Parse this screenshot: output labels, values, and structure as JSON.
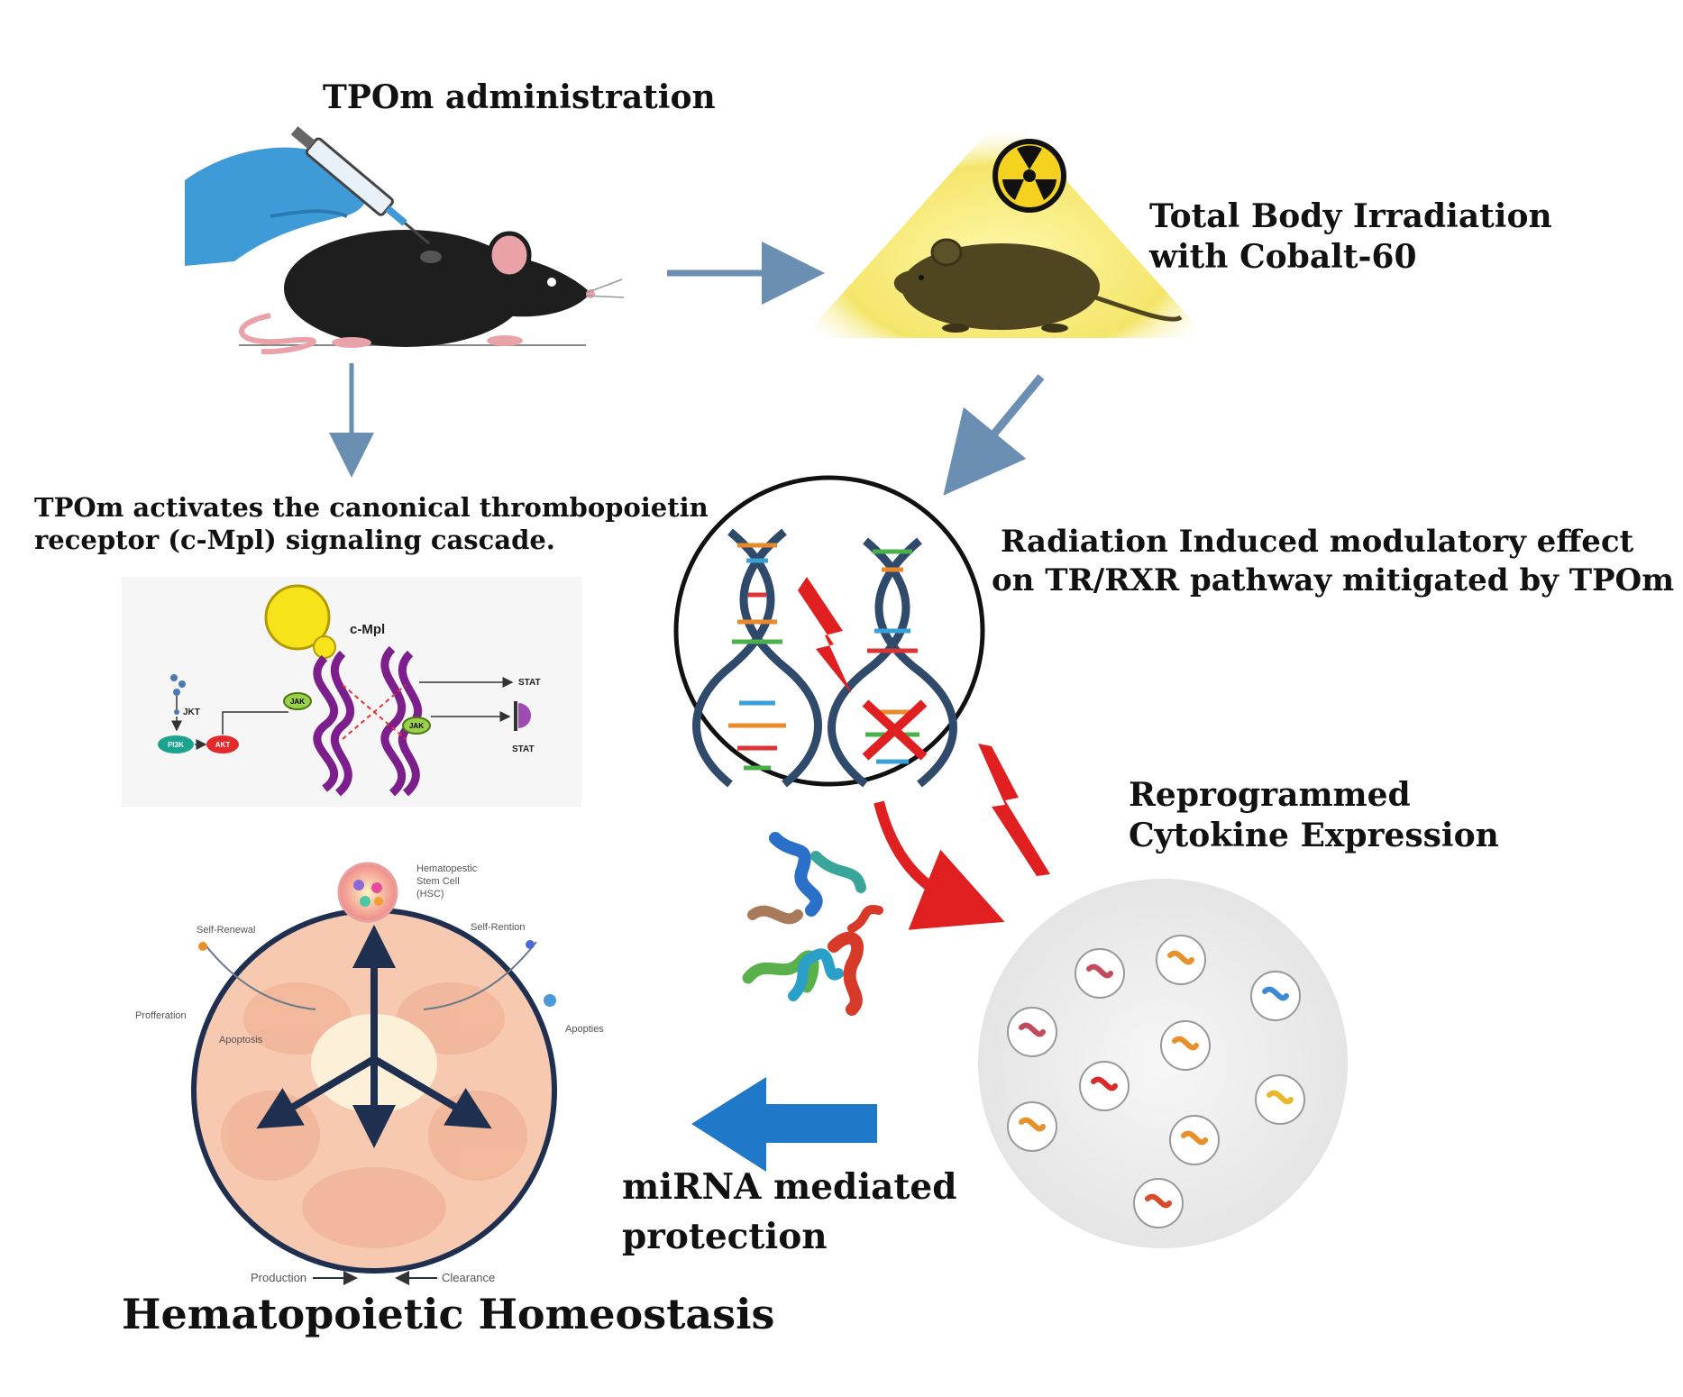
{
  "labels": {
    "tpom_admin": "TPOm administration",
    "tbi_line1": "Total Body Irradiation",
    "tbi_line2": "with Cobalt-60",
    "activates_line1": "TPOm activates the canonical thrombopoietin",
    "activates_line2": "receptor (c-Mpl) signaling cascade.",
    "radiation_line1": "Radiation Induced modulatory effect",
    "radiation_line2": "on TR/RXR pathway mitigated by TPOm",
    "reprog_line1": "Reprogrammed",
    "reprog_line2": "Cytokine Expression",
    "mirna_line1": "miRNA mediated",
    "mirna_line2": "protection",
    "homeostasis": "Hematopoietic Homeostasis"
  },
  "pathway": {
    "receptor": "c-Mpl",
    "jak": "JAK",
    "jkt": "JKT",
    "pi3k": "PI3K",
    "akt": "AKT",
    "stat_top": "STAT",
    "stat_bottom": "STAT"
  },
  "marrow": {
    "hsc_line1": "Hematopestic",
    "hsc_line2": "Stem Cell",
    "hsc_line3": "(HSC)",
    "self_renewal": "Self-Renewal",
    "self_rention": "Self-Rention",
    "proliferation": "Profferation",
    "apoptosis_left": "Apoptosis",
    "apoptosis_right": "Apopties",
    "production": "Production",
    "clearance": "Clearance"
  },
  "colors": {
    "arrow_gray_blue": "#6a8fb3",
    "big_arrow_blue": "#1f78c8",
    "red": "#e02020",
    "dna_dark": "#2f4a6b",
    "glow_yellow": "#f3e35a",
    "marrow_pink": "#f6c9b0",
    "marrow_ring": "#1f2f4f"
  }
}
